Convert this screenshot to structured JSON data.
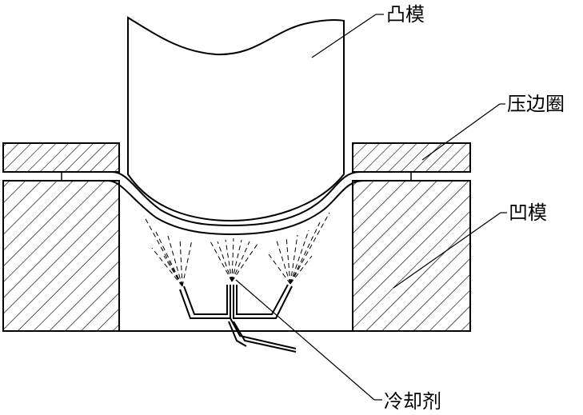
{
  "labels": {
    "punch": "凸模",
    "blank_holder": "压边圈",
    "die": "凹模",
    "coolant": "冷却剂"
  },
  "colors": {
    "line": "#000000",
    "background": "#ffffff"
  }
}
